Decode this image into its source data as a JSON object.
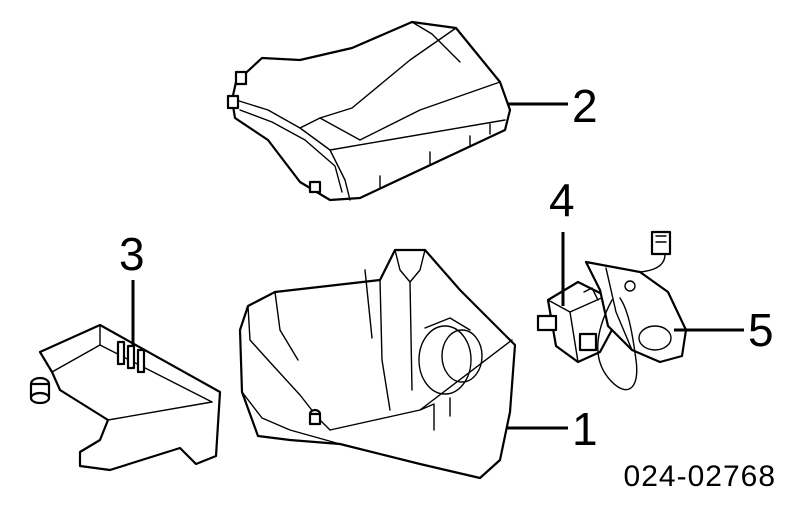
{
  "callouts": {
    "c1": "1",
    "c2": "2",
    "c3": "3",
    "c4": "4",
    "c5": "5"
  },
  "reference_code": "024-02768"
}
